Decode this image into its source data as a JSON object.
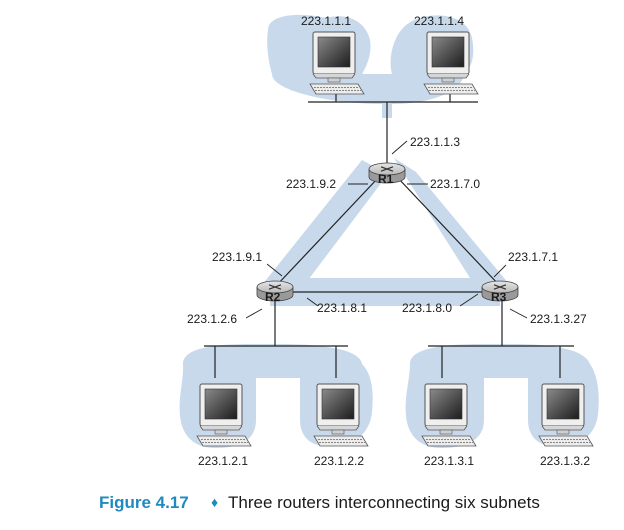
{
  "figure": {
    "label": "Figure 4.17",
    "separator": "♦",
    "title": "Three routers interconnecting six subnets"
  },
  "routers": [
    {
      "id": "r1",
      "name": "R1",
      "interfaces": [
        "223.1.1.3",
        "223.1.9.2",
        "223.1.7.0"
      ]
    },
    {
      "id": "r2",
      "name": "R2",
      "interfaces": [
        "223.1.9.1",
        "223.1.8.1",
        "223.1.2.6"
      ]
    },
    {
      "id": "r3",
      "name": "R3",
      "interfaces": [
        "223.1.7.1",
        "223.1.8.0",
        "223.1.3.27"
      ]
    }
  ],
  "hosts": [
    "223.1.1.1",
    "223.1.1.4",
    "223.1.2.1",
    "223.1.2.2",
    "223.1.3.1",
    "223.1.3.2"
  ],
  "colors": {
    "subnet": "#c8d9ec",
    "caption": "#1f8ac0",
    "router_body": "#c9c9c9"
  }
}
